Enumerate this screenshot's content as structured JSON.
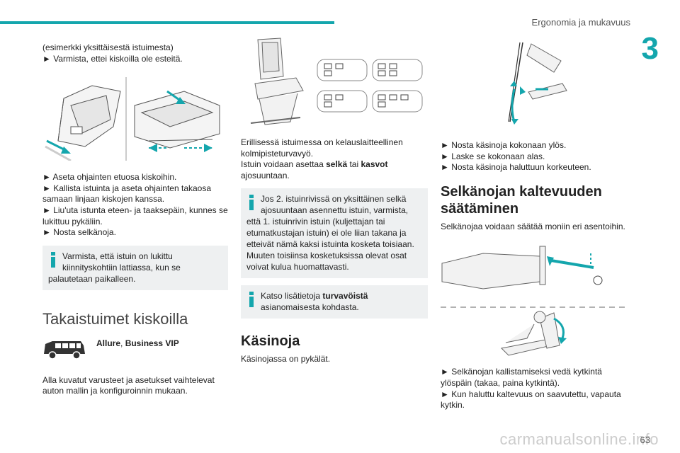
{
  "header": {
    "section_title": "Ergonomia ja mukavuus",
    "chapter": "3"
  },
  "col1": {
    "intro_line1": "(esimerkki yksittäisestä istuimesta)",
    "intro_line2": "► Varmista, ettei kiskoilla ole esteitä.",
    "steps": [
      "► Aseta ohjainten etuosa kiskoihin.",
      "► Kallista istuinta ja aseta ohjainten takaosa samaan linjaan kiskojen kanssa.",
      "► Liu'uta istunta eteen- ja taaksepäin, kunnes se lukittuu pykäliin.",
      "► Nosta selkänoja."
    ],
    "note": "Varmista, että istuin on lukittu kiinnityskohtiin lattiassa, kun se palautetaan paikalleen.",
    "heading": "Takaistuimet kiskoilla",
    "version_a": "Allure",
    "version_sep": ", ",
    "version_b": "Business VIP",
    "closing": "Alla kuvatut varusteet ja asetukset vaihtelevat auton mallin ja konfiguroinnin mukaan."
  },
  "col2": {
    "p1": "Erillisessä istuimessa on kelauslaitteellinen kolmipisteturvavyö.",
    "p2_pre": "Istuin voidaan asettaa ",
    "p2_b1": "selkä",
    "p2_mid": " tai ",
    "p2_b2": "kasvot",
    "p2_post": " ajosuuntaan.",
    "note1": "Jos 2. istuinrivissä on yksittäinen selkä ajosuuntaan asennettu istuin, varmista, että 1. istuinrivin istuin (kuljettajan tai etumatkustajan istuin) ei ole liian takana ja etteivät nämä kaksi istuinta kosketa toisiaan. Muuten toisiinsa kosketuksissa olevat osat voivat kulua huomattavasti.",
    "note2_pre": "Katso lisätietoja ",
    "note2_b": "turvavöistä",
    "note2_post": " asianomaisesta kohdasta.",
    "heading": "Käsinoja",
    "text": "Käsinojassa on pykälät."
  },
  "col3": {
    "steps": [
      "► Nosta käsinoja kokonaan ylös.",
      "► Laske se kokonaan alas.",
      "► Nosta käsinoja haluttuun korkeuteen."
    ],
    "heading": "Selkänojan kaltevuuden säätäminen",
    "p1": "Selkänojaa voidaan säätää moniin eri asentoihin.",
    "steps2": [
      "► Selkänojan kallistamiseksi vedä kytkintä ylöspäin (takaa, paina kytkintä).",
      "► Kun haluttu kaltevuus on saavutettu, vapauta kytkin."
    ]
  },
  "footer": {
    "page": "63",
    "watermark": "carmanualsonline.info"
  },
  "colors": {
    "accent": "#14a6ad",
    "note_bg": "#eef0f1"
  }
}
